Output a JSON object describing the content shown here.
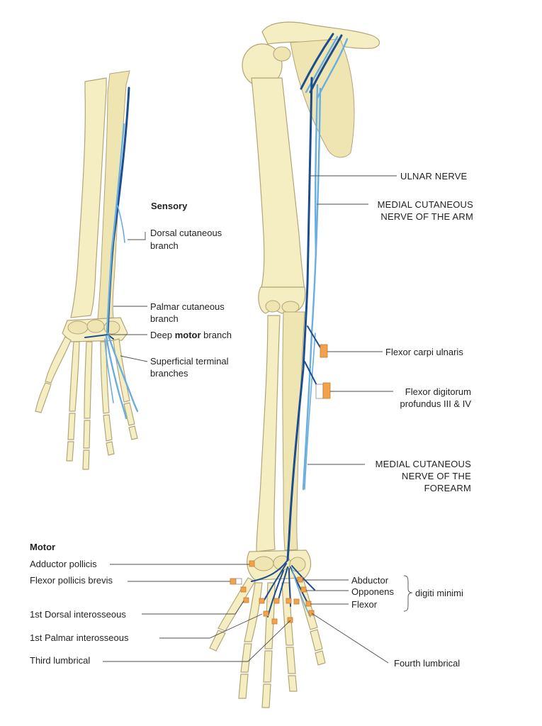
{
  "colors": {
    "bone_fill": "#f5eec2",
    "bone_stroke": "#b3a577",
    "nerve_dark": "#1c4d8f",
    "nerve_light": "#6aaee0",
    "muscle_box": "#f0a24c",
    "leader": "#4d4d4d"
  },
  "sensory": {
    "heading": "Sensory",
    "dorsal_cutaneous": [
      "Dorsal cutaneous",
      "branch"
    ],
    "palmar_cutaneous": [
      "Palmar cutaneous",
      "branch"
    ],
    "deep_motor_pre": "Deep",
    "deep_motor_bold": "motor",
    "deep_motor_post": "branch",
    "superficial_terminal": [
      "Superficial terminal",
      "branches"
    ]
  },
  "arm_labels": {
    "ulnar_nerve": "ULNAR NERVE",
    "medial_cut_arm": [
      "MEDIAL CUTANEOUS",
      "NERVE OF THE ARM"
    ],
    "flexor_carpi_ulnaris": "Flexor carpi ulnaris",
    "flexor_digitorum": [
      "Flexor digitorum",
      "profundus III & IV"
    ],
    "medial_cut_forearm": [
      "MEDIAL CUTANEOUS",
      "NERVE OF THE",
      "FOREARM"
    ]
  },
  "motor": {
    "heading": "Motor",
    "adductor_pollicis": "Adductor pollicis",
    "flexor_pollicis_brevis": "Flexor pollicis brevis",
    "first_dorsal_interosseous": "1st Dorsal interosseous",
    "first_palmar_interosseous": "1st Palmar interosseous",
    "third_lumbrical": "Third lumbrical",
    "abductor": "Abductor",
    "opponens": "Opponens",
    "flexor": "Flexor",
    "digiti_minimi": "digiti minimi",
    "fourth_lumbrical": "Fourth lumbrical"
  }
}
